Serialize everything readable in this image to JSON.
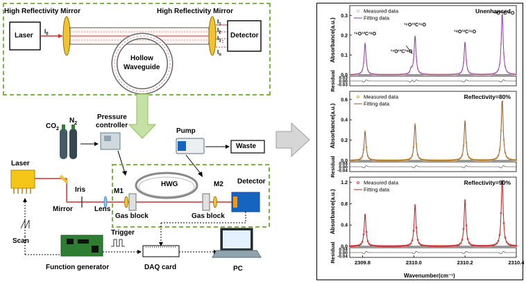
{
  "top_diagram": {
    "mirror_left": "High Reflectivity Mirror",
    "mirror_right": "High Reflectivity Mirror",
    "laser": "Laser",
    "detector": "Detector",
    "i0": "I",
    "i0_sub": "0",
    "i1": "I",
    "i1_sub": "1",
    "i2": "I",
    "i2_sub": "2",
    "i3": "I",
    "i3_sub": "3",
    "in": "I",
    "in_sub": "n",
    "hollow": "Hollow",
    "waveguide": "Waveguide"
  },
  "setup": {
    "co2": "CO",
    "co2_sub": "2",
    "n2": "N",
    "n2_sub": "2",
    "pressure": "Pressure",
    "controller": "controller",
    "pump": "Pump",
    "waste": "Waste",
    "laser": "Laser",
    "iris": "Iris",
    "mirror": "Mirror",
    "lens": "Lens",
    "m1": "M1",
    "m2": "M2",
    "hwg": "HWG",
    "detector": "Detector",
    "gas_block_left": "Gas block",
    "gas_block_right": "Gas block",
    "scan": "Scan",
    "trigger": "Trigger",
    "function_generator": "Function generator",
    "daq_card": "DAQ card",
    "pc": "PC"
  },
  "chart_data": {
    "type": "line",
    "xlabel": "Wavenumber(cm⁻¹)",
    "xticks": [
      "2309.8",
      "2310.0",
      "2310.2",
      "2310.4"
    ],
    "xlim": [
      2309.75,
      2310.4
    ],
    "panels": [
      {
        "title": "Unenhanced",
        "ylabel": "Absorbance(a.u.)",
        "ylim": [
          0,
          0.35
        ],
        "yticks": [
          "0.0",
          "0.1",
          "0.2",
          "0.3"
        ],
        "residual_label": "Residual",
        "residual_ticks": [
          "0.03",
          "0.00",
          "-0.03"
        ],
        "legend": [
          "Measured data",
          "Fitting data"
        ],
        "line_color": "#8a3a9e",
        "marker_color": "#f0b8c8",
        "peaks": [
          {
            "x": 2309.81,
            "y": 0.16,
            "label": "¹⁶O¹²C¹⁸O"
          },
          {
            "x": 2309.99,
            "y": 0.025,
            "label": "¹⁷O¹³C¹⁸O"
          },
          {
            "x": 2310.005,
            "y": 0.195,
            "label": "¹⁶O¹²C¹⁶O"
          },
          {
            "x": 2310.2,
            "y": 0.165,
            "label": "¹⁸O¹²C¹⁶O"
          },
          {
            "x": 2310.345,
            "y": 0.315,
            "label": "¹⁶O¹³C¹⁶O"
          }
        ]
      },
      {
        "title": "Reflectivity=80%",
        "ylabel": "Absorbance(a.u.)",
        "ylim": [
          0,
          0.68
        ],
        "yticks": [
          "0.0",
          "0.2",
          "0.4",
          "0.6"
        ],
        "residual_label": "Residual",
        "residual_ticks": [
          "0.04",
          "0.00",
          "-0.04"
        ],
        "legend": [
          "Measured data",
          "Fitting data"
        ],
        "line_color": "#8c5a2a",
        "marker_color": "#f0a848",
        "peaks": [
          {
            "x": 2309.81,
            "y": 0.29
          },
          {
            "x": 2310.005,
            "y": 0.36
          },
          {
            "x": 2310.2,
            "y": 0.39
          },
          {
            "x": 2310.345,
            "y": 0.6
          }
        ]
      },
      {
        "title": "Reflectivity=90%",
        "ylabel": "Absorbance(a.u.)",
        "ylim": [
          0,
          1.3
        ],
        "yticks": [
          "0.0",
          "0.4",
          "0.8",
          "1.2"
        ],
        "residual_label": "Residual",
        "residual_ticks": [
          "0.04",
          "0.00",
          "-0.04"
        ],
        "legend": [
          "Measured data",
          "Fitting data"
        ],
        "line_color": "#b02020",
        "marker_color": "#e04040",
        "peaks": [
          {
            "x": 2309.81,
            "y": 0.6
          },
          {
            "x": 2310.005,
            "y": 0.78
          },
          {
            "x": 2310.2,
            "y": 0.87
          },
          {
            "x": 2310.345,
            "y": 1.27
          }
        ]
      }
    ]
  }
}
